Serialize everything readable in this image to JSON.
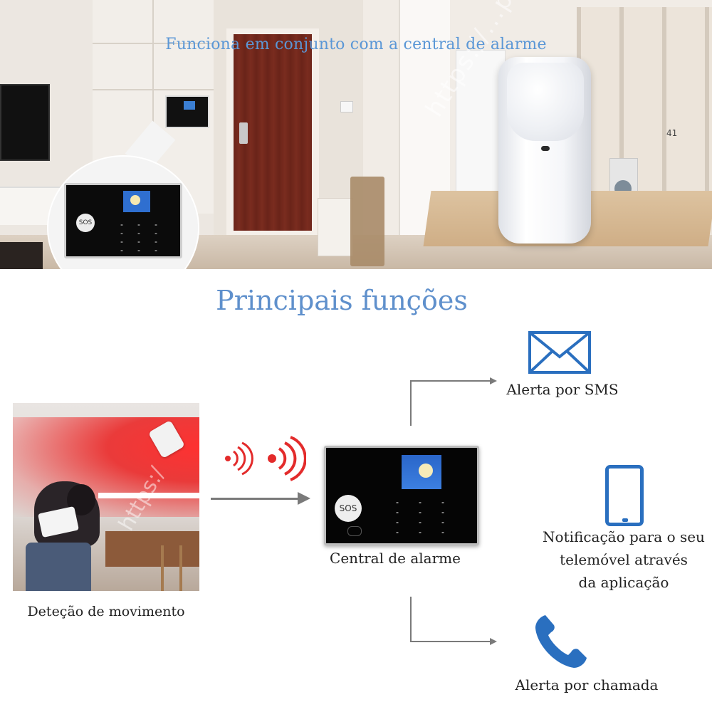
{
  "hero": {
    "title": "Funciona em conjunto com a central de alarme",
    "watermark": "https://...pt/home/",
    "bubble_panel_sos": "SOS",
    "wall_number": "41"
  },
  "main": {
    "section_title": "Principais funções",
    "motion_caption": "Deteção de movimento",
    "motion_watermark": "https:/",
    "panel_sos": "SOS",
    "panel_caption": "Central de alarme",
    "sms_caption": "Alerta por SMS",
    "notification_caption_line1": "Notificação para o seu",
    "notification_caption_line2": "telemóvel através",
    "notification_caption_line3": "da aplicação",
    "call_caption": "Alerta por chamada"
  },
  "colors": {
    "title_blue": "#5f90cc",
    "icon_blue": "#2a6fbf",
    "wave_red": "#e32b2b",
    "arrow_gray": "#7a7a7a"
  },
  "icons": [
    "envelope-icon",
    "smartphone-icon",
    "phone-handset-icon",
    "signal-wave-icon"
  ]
}
